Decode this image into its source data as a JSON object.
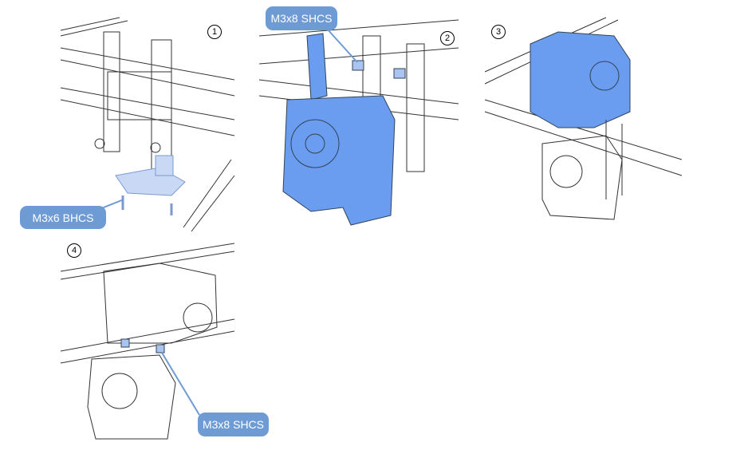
{
  "steps": [
    {
      "number": "1",
      "callouts": [
        "M3x6 BHCS"
      ]
    },
    {
      "number": "2",
      "callouts": [
        "M3x8 SHCS"
      ]
    },
    {
      "number": "3",
      "callouts": []
    },
    {
      "number": "4",
      "callouts": [
        "M3x8 SHCS"
      ]
    }
  ],
  "colors": {
    "highlight": "#6f9bd4",
    "part_blue": "#6a9cf0",
    "line": "#333333"
  }
}
